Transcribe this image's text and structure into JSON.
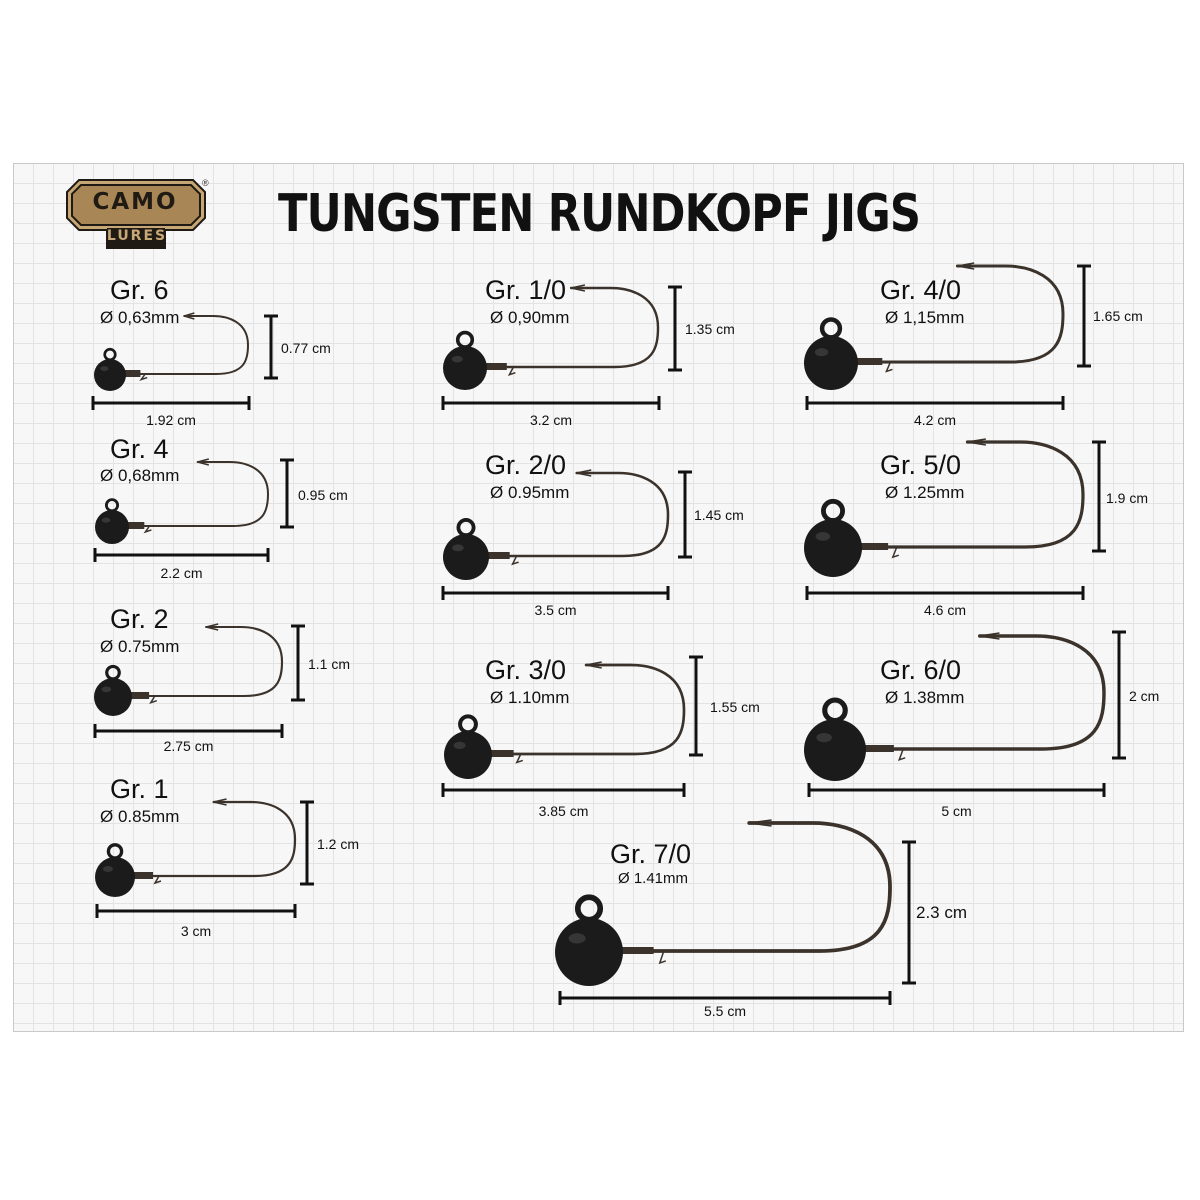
{
  "title": "TUNGSTEN RUNDKOPF JIGS",
  "logo": {
    "text": "CAMO",
    "sub": "LURES",
    "reg": "®",
    "colors": {
      "frame": "#c8a777",
      "inner": "#a88655",
      "dark": "#1f1a14"
    }
  },
  "colors": {
    "jig_head": "#1b1b1b",
    "hook": "#3a322b",
    "ruler": "#111111"
  },
  "jigs": [
    {
      "size": "Gr. 6",
      "diameter": "Ø 0,63mm",
      "length": "1.92 cm",
      "height": "0.77 cm"
    },
    {
      "size": "Gr. 4",
      "diameter": "Ø 0,68mm",
      "length": "2.2 cm",
      "height": "0.95 cm"
    },
    {
      "size": "Gr. 2",
      "diameter": "Ø 0.75mm",
      "length": "2.75 cm",
      "height": "1.1 cm"
    },
    {
      "size": "Gr. 1",
      "diameter": "Ø 0.85mm",
      "length": "3 cm",
      "height": "1.2 cm"
    },
    {
      "size": "Gr. 1/0",
      "diameter": "Ø 0,90mm",
      "length": "3.2 cm",
      "height": "1.35 cm"
    },
    {
      "size": "Gr. 2/0",
      "diameter": "Ø 0.95mm",
      "length": "3.5 cm",
      "height": "1.45 cm"
    },
    {
      "size": "Gr. 3/0",
      "diameter": "Ø 1.10mm",
      "length": "3.85 cm",
      "height": "1.55 cm"
    },
    {
      "size": "Gr. 4/0",
      "diameter": "Ø 1,15mm",
      "length": "4.2 cm",
      "height": "1.65 cm"
    },
    {
      "size": "Gr. 5/0",
      "diameter": "Ø 1.25mm",
      "length": "4.6 cm",
      "height": "1.9 cm"
    },
    {
      "size": "Gr. 6/0",
      "diameter": "Ø 1.38mm",
      "length": "5 cm",
      "height": "2 cm"
    },
    {
      "size": "Gr. 7/0",
      "diameter": "Ø 1.41mm",
      "length": "5.5 cm",
      "height": "2.3 cm"
    }
  ]
}
